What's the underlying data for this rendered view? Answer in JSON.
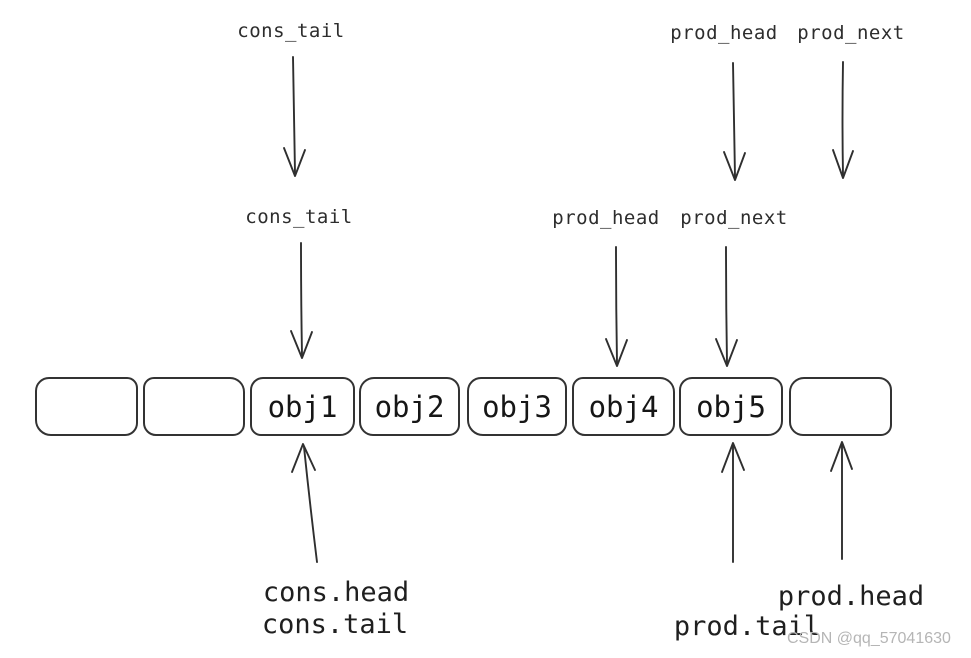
{
  "pointers": {
    "row1": {
      "cons_tail": "cons_tail",
      "prod_head": "prod_head",
      "prod_next": "prod_next"
    },
    "row2": {
      "cons_tail": "cons_tail",
      "prod_head": "prod_head",
      "prod_next": "prod_next"
    },
    "bottom": {
      "cons_head": "cons.head",
      "cons_tail": "cons.tail",
      "prod_tail": "prod.tail",
      "prod_head": "prod.head"
    }
  },
  "ring_buffer": {
    "cells": [
      {
        "label": ""
      },
      {
        "label": ""
      },
      {
        "label": "obj1"
      },
      {
        "label": "obj2"
      },
      {
        "label": "obj3"
      },
      {
        "label": "obj4"
      },
      {
        "label": "obj5"
      },
      {
        "label": ""
      }
    ]
  },
  "watermark": "CSDN @qq_57041630",
  "colors": {
    "ink": "#2d2d2d",
    "watermark": "#b5b5b5",
    "background": "#ffffff"
  }
}
